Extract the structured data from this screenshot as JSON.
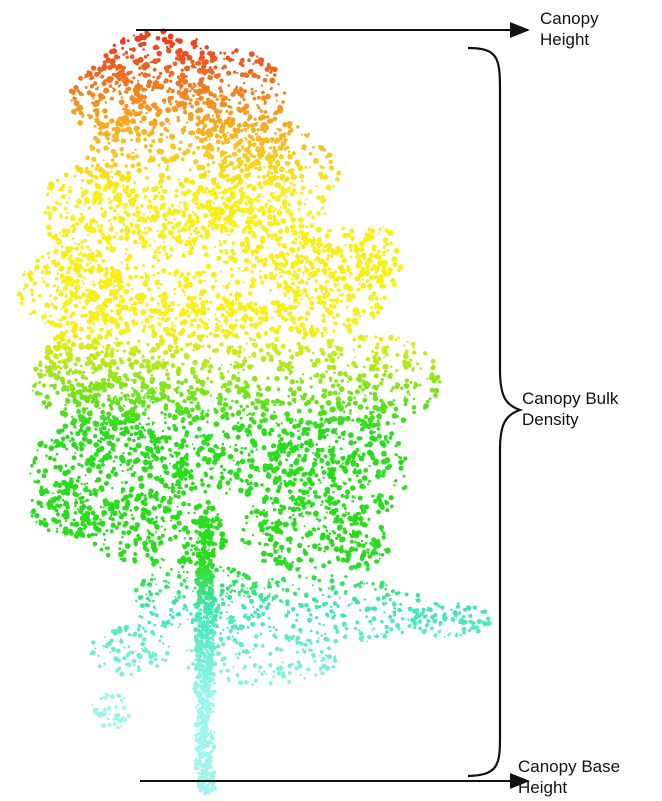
{
  "diagram": {
    "labels": {
      "canopy_height": [
        "Canopy",
        "Height"
      ],
      "canopy_bulk_density": [
        "Canopy Bulk",
        "Density"
      ],
      "canopy_base_height": [
        "Canopy Base",
        "Height"
      ]
    },
    "colors": {
      "crown_top": "#e8401e",
      "crown_upper": "#f5a623",
      "crown_middle": "#f7ee1a",
      "crown_lower": "#2bdc1e",
      "stem": "#9ef5ec",
      "branches": "#42e6b5",
      "lines": "#111111"
    },
    "arrows": [
      "canopy-height-arrow",
      "canopy-base-height-arrow"
    ],
    "brace": "canopy-bulk-density-brace"
  }
}
